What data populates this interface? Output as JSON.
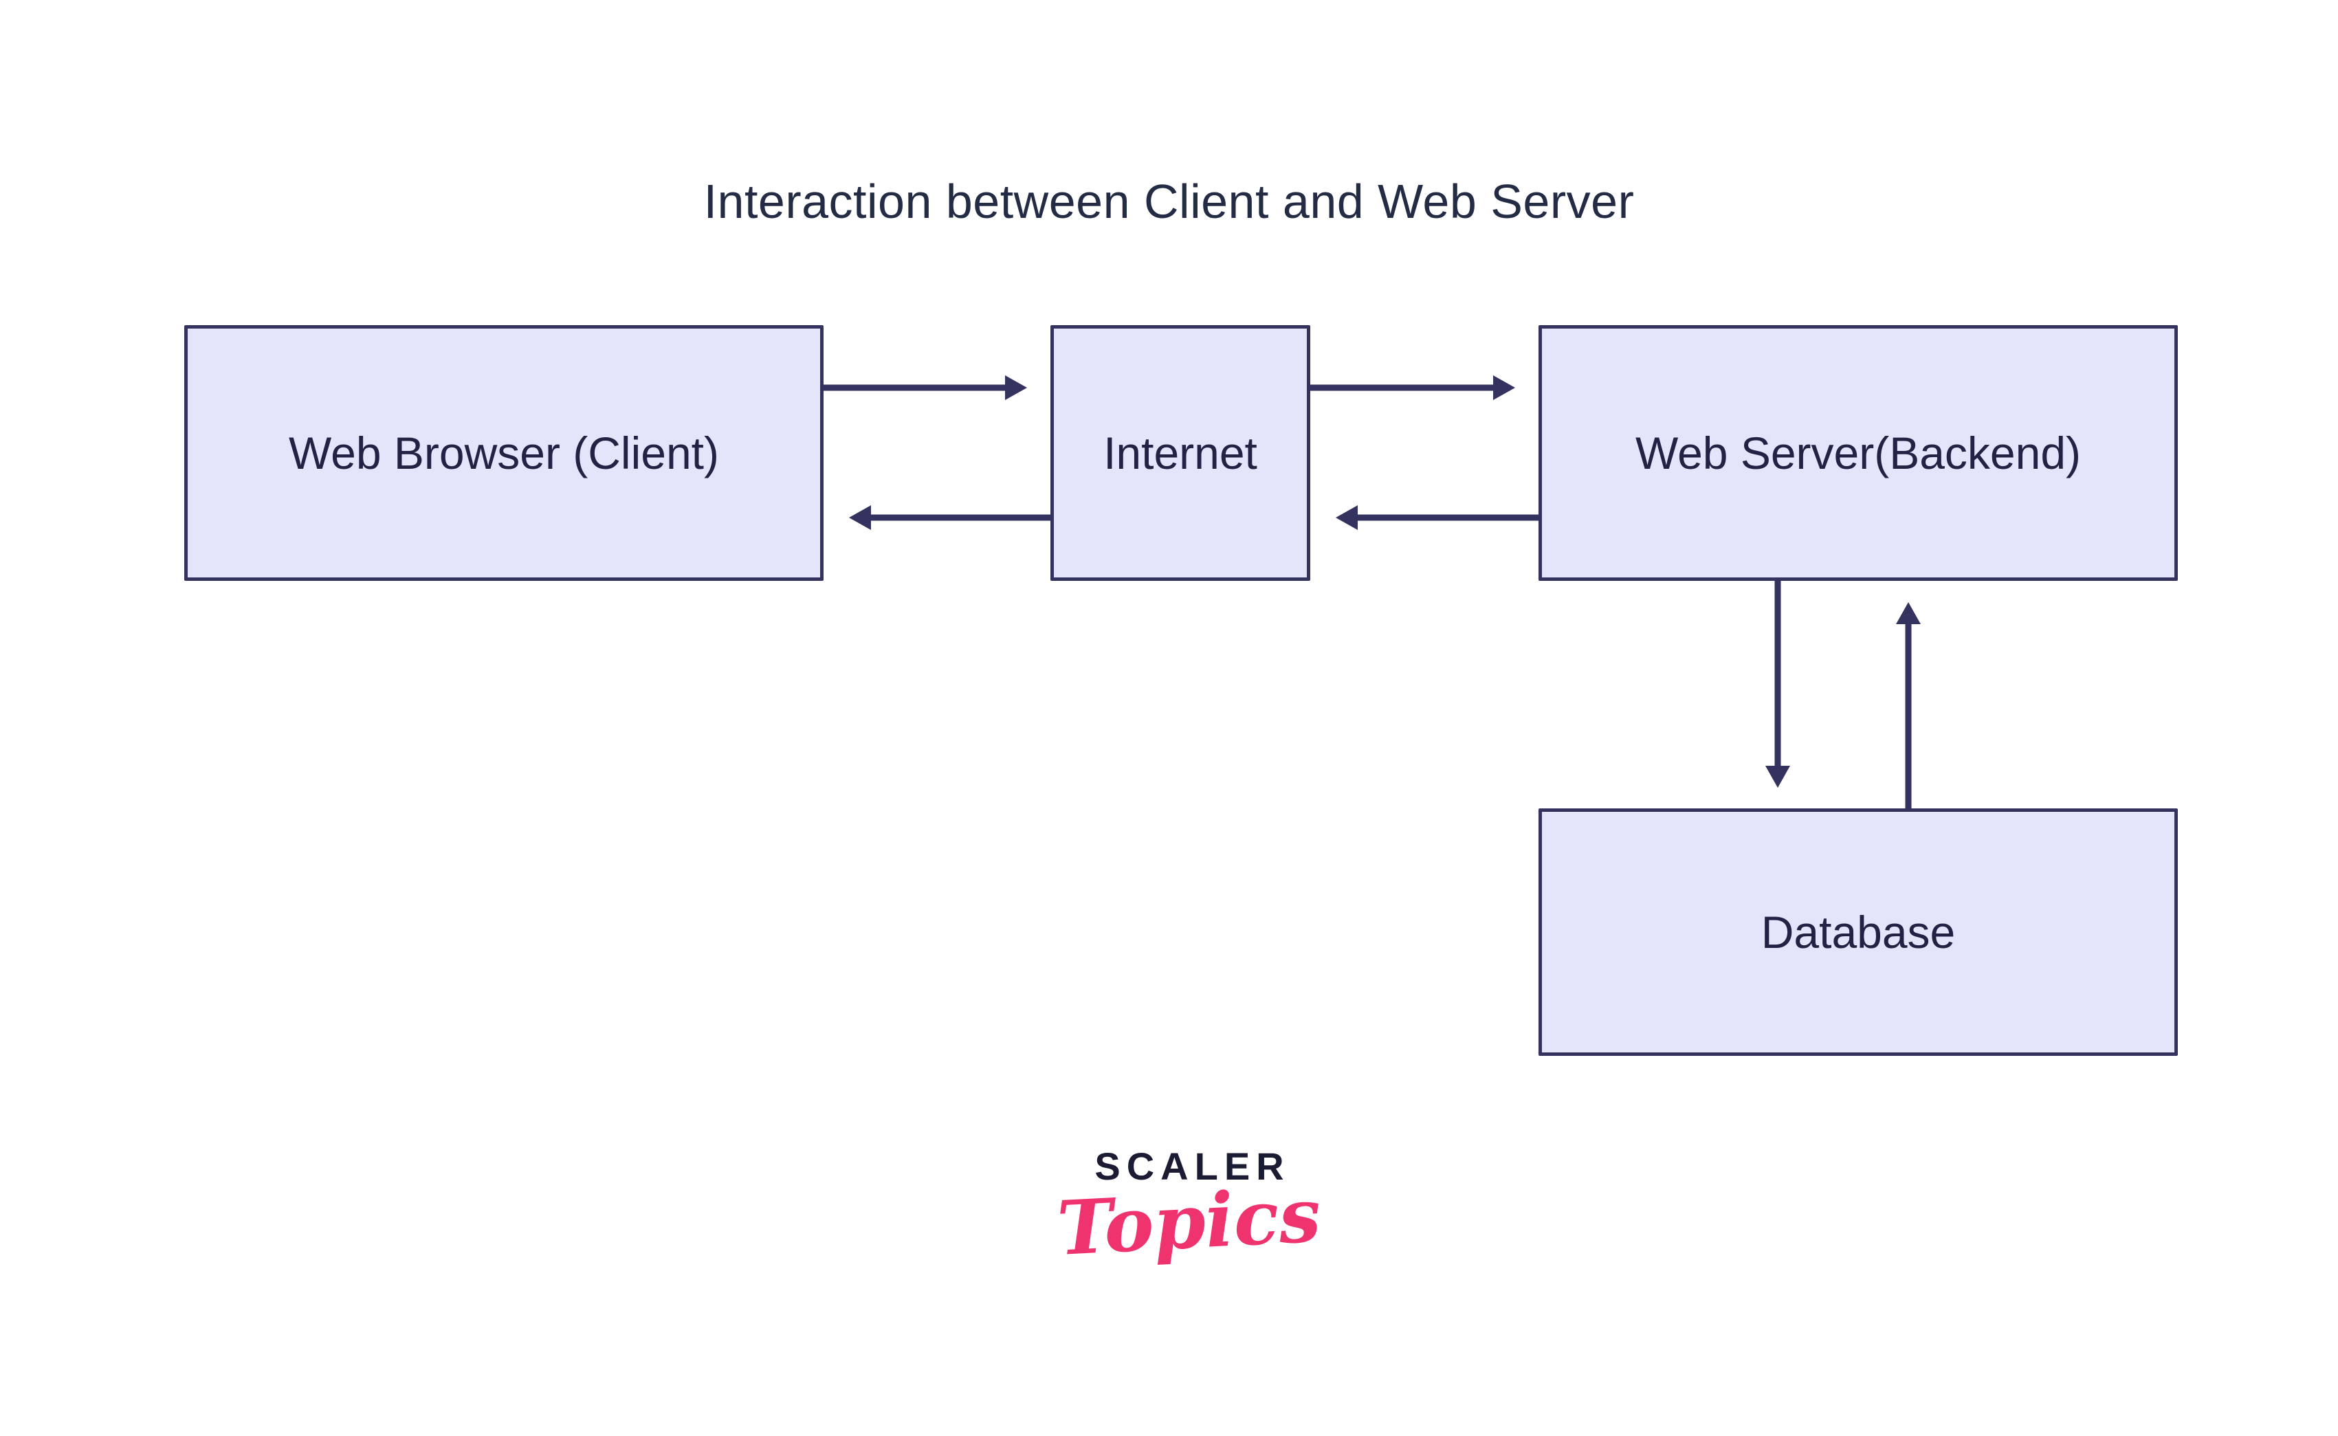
{
  "page": {
    "title": "Interaction between Client and Web Server"
  },
  "diagram": {
    "type": "flow-diagram",
    "nodes": [
      {
        "id": "web-browser",
        "label": "Web Browser (Client)"
      },
      {
        "id": "internet",
        "label": "Internet"
      },
      {
        "id": "web-server",
        "label": "Web Server(Backend)"
      },
      {
        "id": "database",
        "label": "Database"
      }
    ],
    "edges": [
      {
        "from": "web-browser",
        "to": "internet",
        "direction": "right"
      },
      {
        "from": "internet",
        "to": "web-server",
        "direction": "right"
      },
      {
        "from": "internet",
        "to": "web-browser",
        "direction": "left"
      },
      {
        "from": "web-server",
        "to": "internet",
        "direction": "left"
      },
      {
        "from": "web-server",
        "to": "database",
        "direction": "down"
      },
      {
        "from": "database",
        "to": "web-server",
        "direction": "up"
      }
    ]
  },
  "logo": {
    "brand": "SCALER",
    "sub": "Topics"
  },
  "colors": {
    "background": "#ffffff",
    "box_fill": "#e4e4fa",
    "box_border": "#34325e",
    "arrow": "#34325e",
    "text": "#232244",
    "title": "#232c44",
    "logo_dark": "#1b1c34",
    "logo_pink": "#ef336e"
  }
}
